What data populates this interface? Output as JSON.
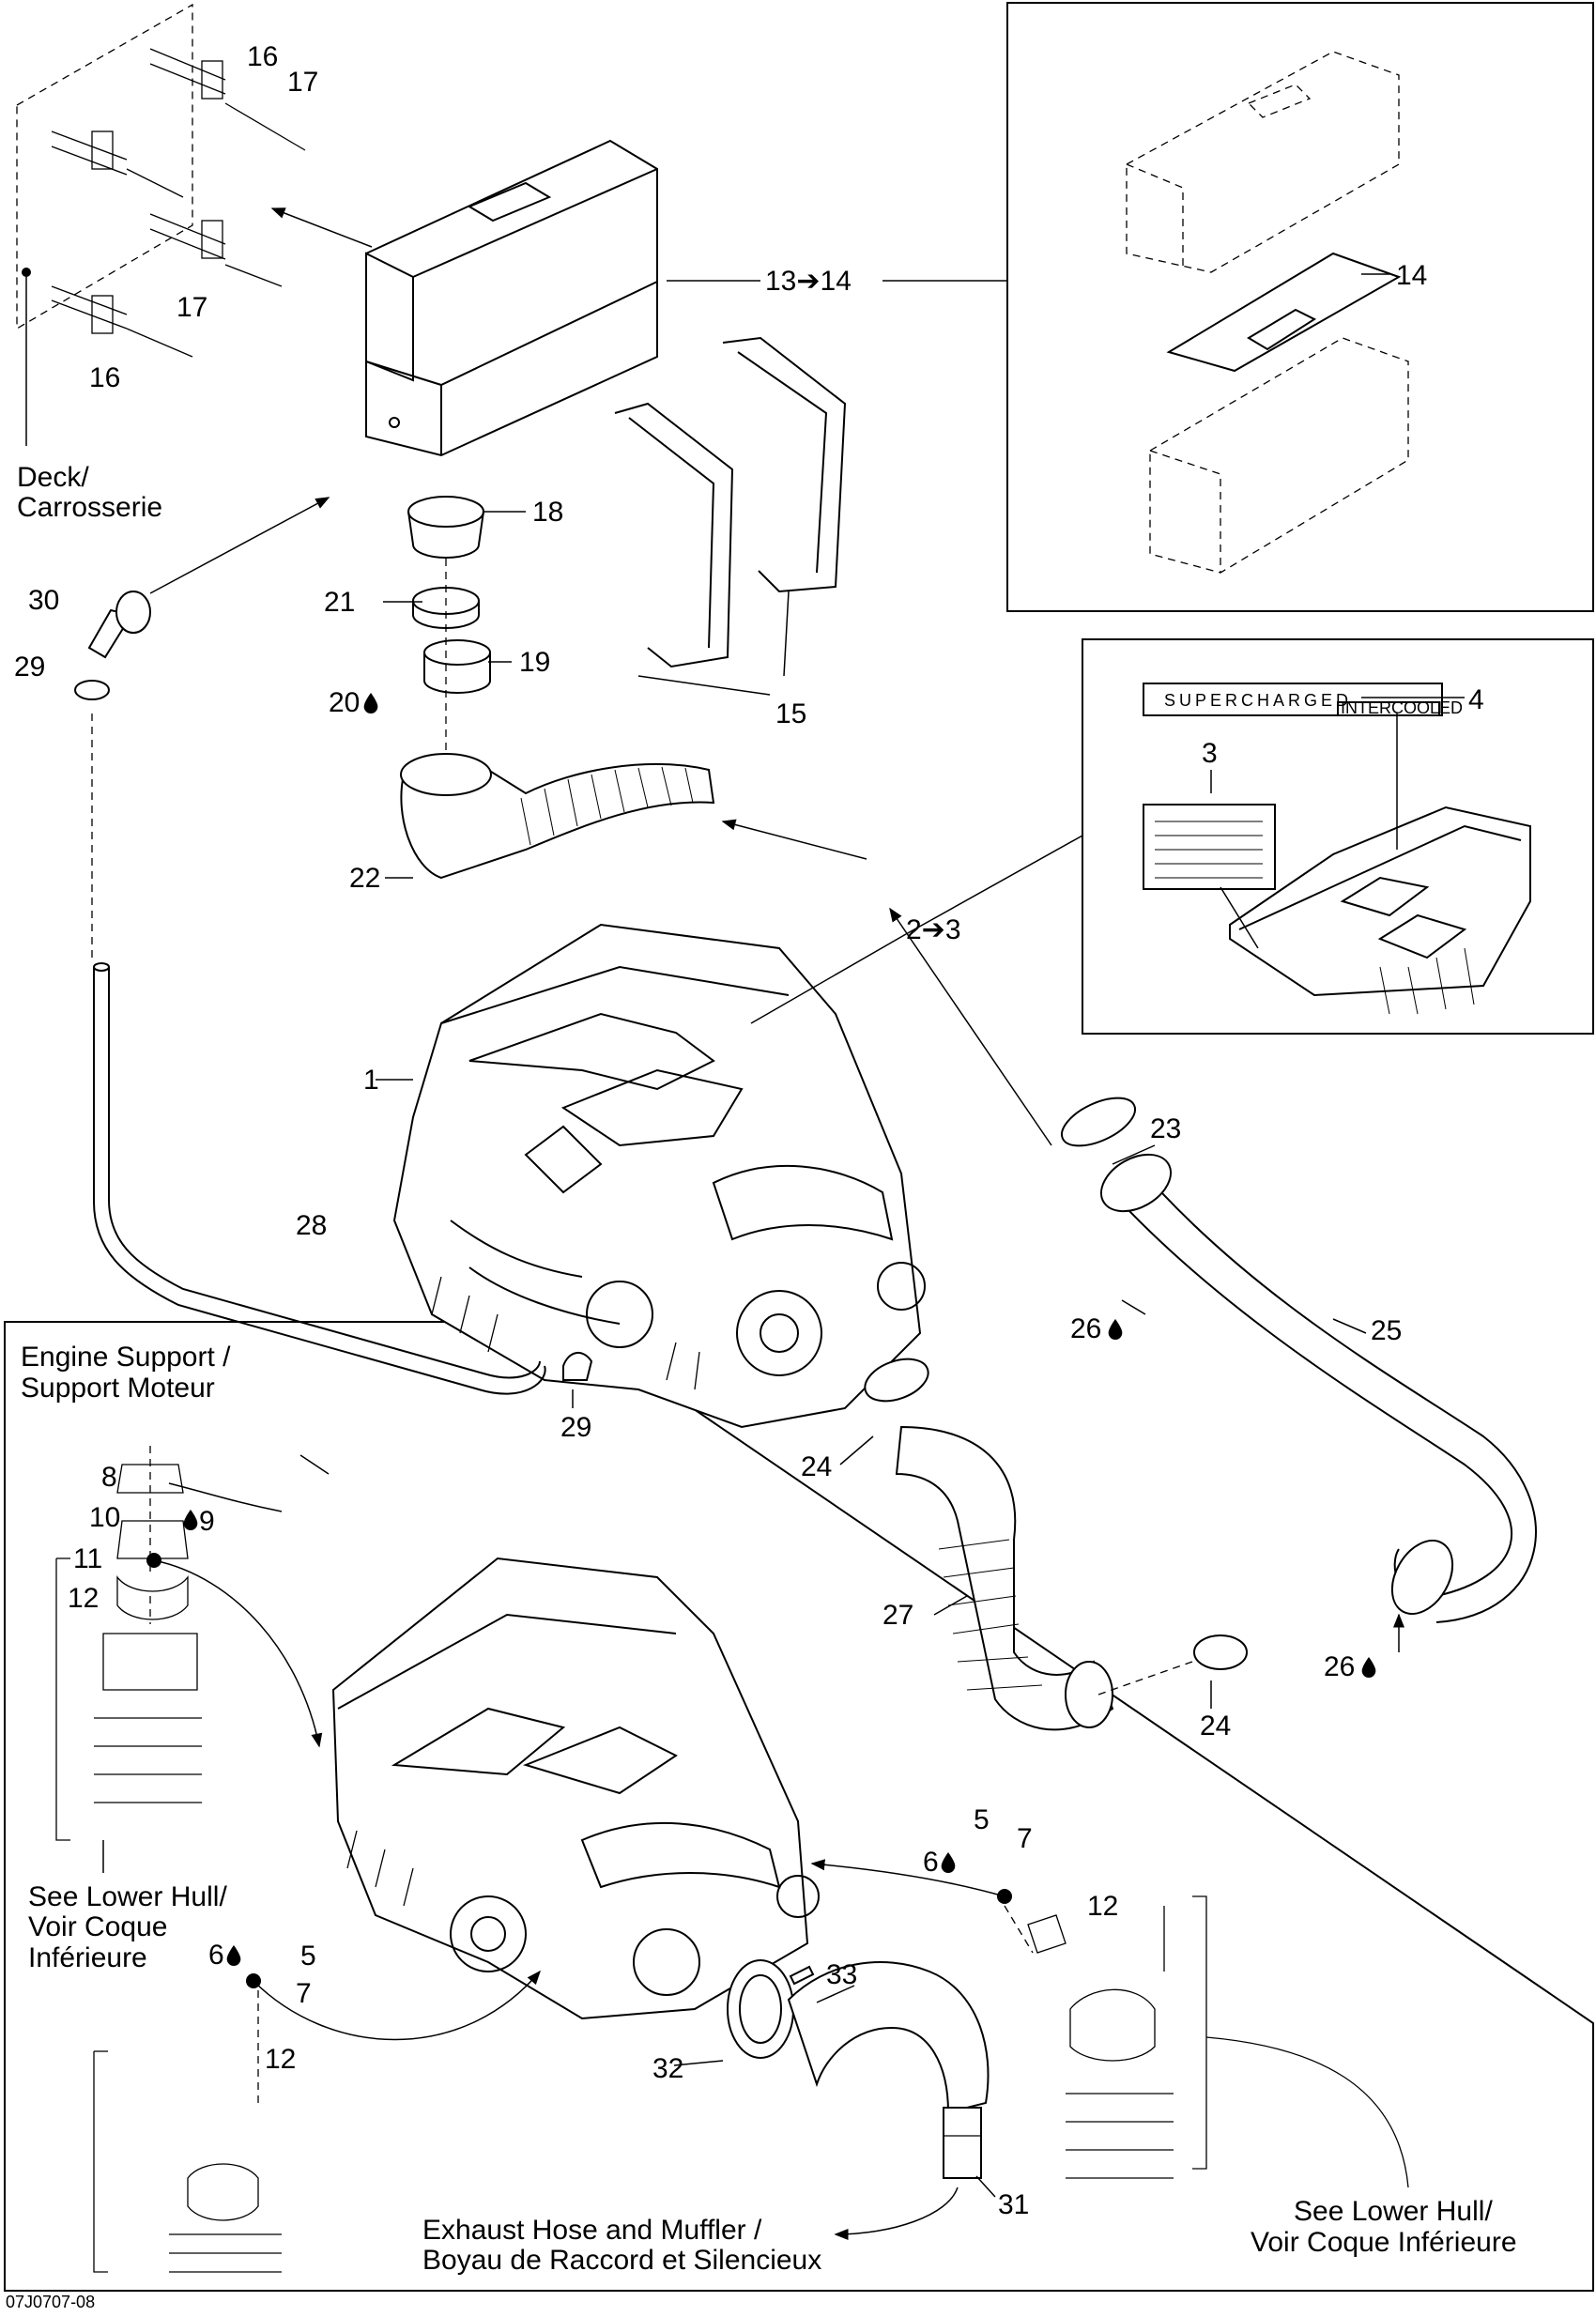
{
  "drawing_code": "07J0707-08",
  "notes": {
    "deck": [
      "Deck/",
      "Carrosserie"
    ],
    "engine_support": [
      "Engine Support /",
      "Support Moteur"
    ],
    "see_lower_hull_left": [
      "See Lower Hull/",
      "Voir Coque",
      "Inférieure"
    ],
    "see_lower_hull_right": [
      "See Lower Hull/",
      "Voir Coque Inférieure"
    ],
    "exhaust_hose": [
      "Exhaust Hose and Muffler /",
      "Boyau de Raccord et Silencieux"
    ]
  },
  "callouts": {
    "c1": "1",
    "c2_3": "2➔3",
    "c3": "3",
    "c4": "4",
    "c5a": "5",
    "c5b": "5",
    "c6a": "6",
    "c6b": "6",
    "c7a": "7",
    "c7b": "7",
    "c8": "8",
    "c9": "9",
    "c10": "10",
    "c11": "11",
    "c12a": "12",
    "c12b": "12",
    "c12c": "12",
    "c13_14": "13➔14",
    "c14": "14",
    "c15": "15",
    "c16a": "16",
    "c16b": "16",
    "c17a": "17",
    "c17b": "17",
    "c18": "18",
    "c19": "19",
    "c20": "20",
    "c21": "21",
    "c22": "22",
    "c23": "23",
    "c24a": "24",
    "c24b": "24",
    "c25": "25",
    "c26a": "26",
    "c26b": "26",
    "c27": "27",
    "c28": "28",
    "c29a": "29",
    "c29b": "29",
    "c30": "30",
    "c31": "31",
    "c32": "32",
    "c33": "33"
  },
  "decals": {
    "supercharged": "SUPERCHARGED",
    "intercooled": "INTERCOOLED"
  },
  "icons": [
    "sealant-drop-icon",
    "arrow-head-icon",
    "engine-illustration",
    "air-box-illustration"
  ]
}
